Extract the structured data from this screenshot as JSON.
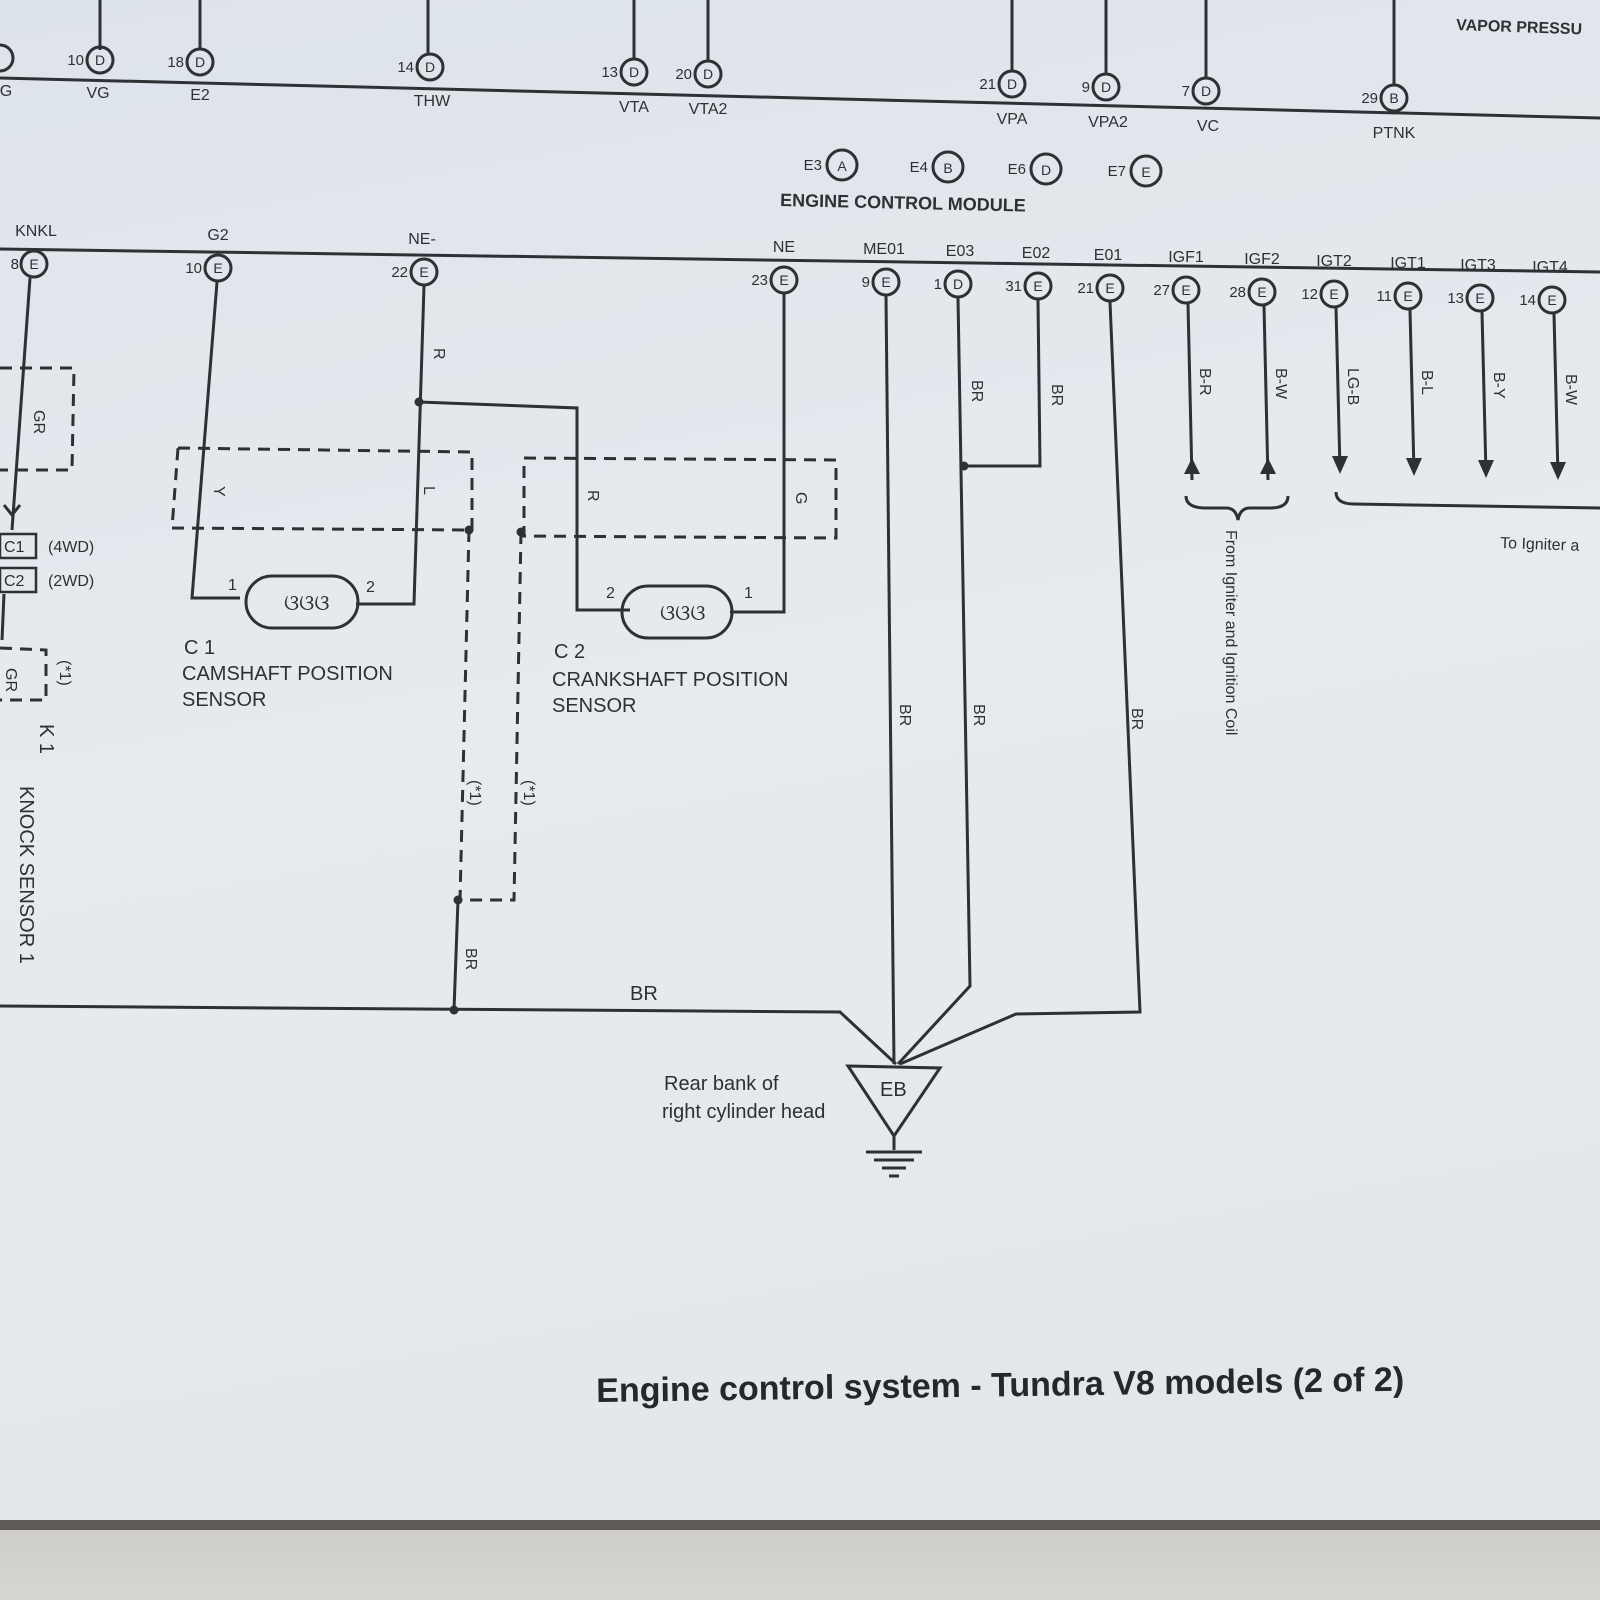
{
  "caption": "Engine control system - Tundra V8 models (2 of 2)",
  "top_partial_label": "VAPOR PRESSU",
  "upper_pins": [
    {
      "num": "10",
      "letter": "D",
      "signal": "VG"
    },
    {
      "num": "18",
      "letter": "D",
      "signal": "E2"
    },
    {
      "num": "14",
      "letter": "D",
      "signal": "THW"
    },
    {
      "num": "13",
      "letter": "D",
      "signal": "VTA"
    },
    {
      "num": "20",
      "letter": "D",
      "signal": "VTA2"
    },
    {
      "num": "21",
      "letter": "D",
      "signal": "VPA"
    },
    {
      "num": "9",
      "letter": "D",
      "signal": "VPA2"
    },
    {
      "num": "7",
      "letter": "D",
      "signal": "VC"
    },
    {
      "num": "29",
      "letter": "B",
      "signal": "PTNK"
    }
  ],
  "upper_left_partial_signal": "G",
  "ecm": {
    "connectors": [
      {
        "id": "E3",
        "letter": "A"
      },
      {
        "id": "E4",
        "letter": "B"
      },
      {
        "id": "E6",
        "letter": "D"
      },
      {
        "id": "E7",
        "letter": "E"
      }
    ],
    "title": "ENGINE CONTROL MODULE"
  },
  "lower_pins": [
    {
      "num": "8",
      "letter": "E",
      "signal": "KNKL"
    },
    {
      "num": "10",
      "letter": "E",
      "signal": "G2"
    },
    {
      "num": "22",
      "letter": "E",
      "signal": "NE-"
    },
    {
      "num": "23",
      "letter": "E",
      "signal": "NE"
    },
    {
      "num": "9",
      "letter": "E",
      "signal": "ME01"
    },
    {
      "num": "1",
      "letter": "D",
      "signal": "E03"
    },
    {
      "num": "31",
      "letter": "E",
      "signal": "E02"
    },
    {
      "num": "21",
      "letter": "E",
      "signal": "E01"
    },
    {
      "num": "27",
      "letter": "E",
      "signal": "IGF1"
    },
    {
      "num": "28",
      "letter": "E",
      "signal": "IGF2"
    },
    {
      "num": "12",
      "letter": "E",
      "signal": "IGT2"
    },
    {
      "num": "11",
      "letter": "E",
      "signal": "IGT1"
    },
    {
      "num": "13",
      "letter": "E",
      "signal": "IGT3"
    },
    {
      "num": "14",
      "letter": "E",
      "signal": "IGT4"
    }
  ],
  "wire_colors": {
    "gr": "GR",
    "r": "R",
    "y": "Y",
    "l": "L",
    "g": "G",
    "br": "BR",
    "b_r": "B-R",
    "b_w": "B-W",
    "lg_b": "LG-B",
    "b_l": "B-L",
    "b_y": "B-Y",
    "b_w2": "B-W"
  },
  "connector_variants": {
    "c1": "C1",
    "c1_note": "(4WD)",
    "c2": "C2",
    "c2_note": "(2WD)",
    "star": "(*1)"
  },
  "camshaft_sensor": {
    "id": "C 1",
    "line1": "CAMSHAFT POSITION",
    "line2": "SENSOR",
    "pin1": "1",
    "pin2": "2"
  },
  "crankshaft_sensor": {
    "id": "C 2",
    "line1": "CRANKSHAFT POSITION",
    "line2": "SENSOR",
    "pin1": "2",
    "pin2": "1"
  },
  "knock_sensor": {
    "id": "K 1",
    "label": "KNOCK SENSOR 1"
  },
  "igniter_in": "From Igniter and Ignition Coil",
  "igniter_out": "To Igniter a",
  "ground": {
    "id": "EB",
    "line1": "Rear bank of",
    "line2": "right cylinder head"
  },
  "colors": {
    "paper": "#e3e7eb",
    "ink": "#2e3033"
  }
}
